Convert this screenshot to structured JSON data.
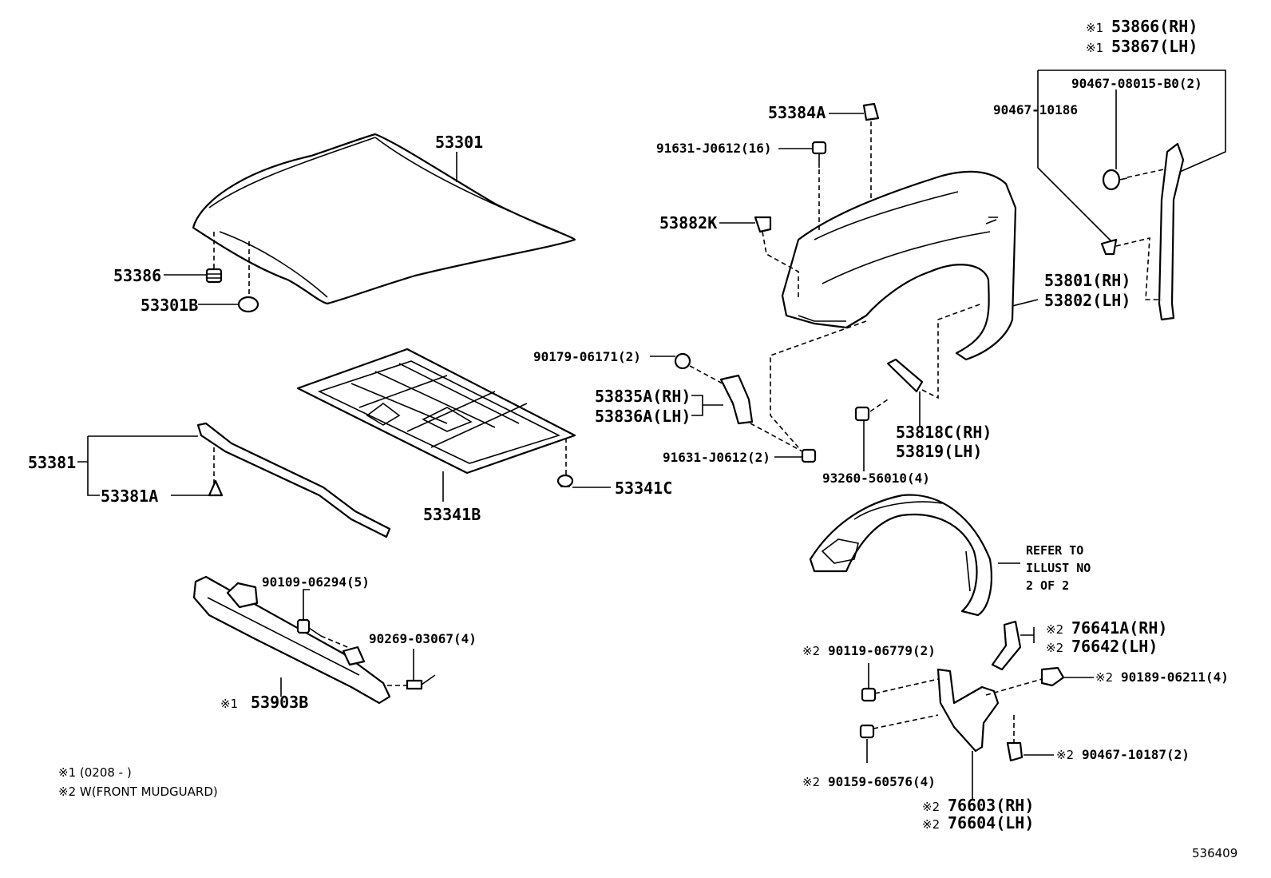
{
  "labels": {
    "hood": "53301",
    "hood_cushion": "53386",
    "hood_cushion_b": "53301B",
    "insulator": "53341B",
    "insulator_clip": "53341C",
    "seal": "53381",
    "seal_clip": "53381A",
    "support": "53903B",
    "support_mark": "※1",
    "bolt_90109": "90109-06294(5)",
    "clip_90269": "90269-03067(4)",
    "nut_90179": "90179-06171(2)",
    "bracket_rh": "53835A(RH)",
    "bracket_lh": "53836A(LH)",
    "bolt_91631_b": "91631-J0612(2)",
    "bolt_91631_a": "91631-J0612(16)",
    "cap_53384a": "53384A",
    "plate_53882k": "53882K",
    "fender_rh": "53801(RH)",
    "fender_lh": "53802(LH)",
    "fender_bracket_rh": "53818C(RH)",
    "fender_bracket_lh": "53819(LH)",
    "screw_93260": "93260-56010(4)",
    "seal_rh": "53866(RH)",
    "seal_lh": "53867(LH)",
    "seal_mark": "※1",
    "clip_90467_08015": "90467-08015-B0(2)",
    "clip_90467_10186": "90467-10186",
    "refer_1": "REFER TO",
    "refer_2": "ILLUST NO",
    "refer_3": "2 OF 2",
    "mud_bracket_rh": "76641A(RH)",
    "mud_bracket_lh": "76642(LH)",
    "screw_90119": "90119-06779(2)",
    "clip_90189": "90189-06211(4)",
    "clip_90467_10187": "90467-10187(2)",
    "screw_90159": "90159-60576(4)",
    "mudguard_rh": "76603(RH)",
    "mudguard_lh": "76604(LH)",
    "mark2": "※2"
  },
  "notes": {
    "note1": "※1 (0208 -      )",
    "note2": "※2 W(FRONT MUDGUARD)"
  },
  "illustration_number": "536409"
}
